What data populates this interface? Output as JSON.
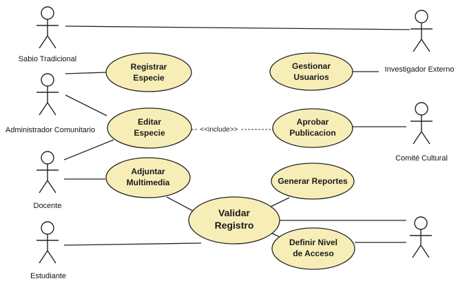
{
  "actors": {
    "sabio": "Sabio Tradicional",
    "investigador": "Investigador Externo",
    "administrador": "Administrador Comunitario",
    "comite": "Comité Cultural",
    "docente": "Docente",
    "estudiante": "Estudiante",
    "unnamed": ""
  },
  "use_cases": {
    "registrar": [
      "Registrar",
      "Especie"
    ],
    "gestionar": [
      "Gestionar",
      "Usuarios"
    ],
    "editar": [
      "Editar",
      "Especie"
    ],
    "aprobar": [
      "Aprobar",
      "Publicacion"
    ],
    "adjuntar": [
      "Adjuntar",
      "Multimedia"
    ],
    "generar": [
      "Generar Reportes"
    ],
    "validar": [
      "Validar",
      "Registro"
    ],
    "definir": [
      "Definir Nivel",
      "de Acceso"
    ]
  },
  "include_label": "<<include>>",
  "colors": {
    "use_case_fill": "#f7eeb7",
    "stroke": "#222222",
    "background": "#ffffff"
  }
}
